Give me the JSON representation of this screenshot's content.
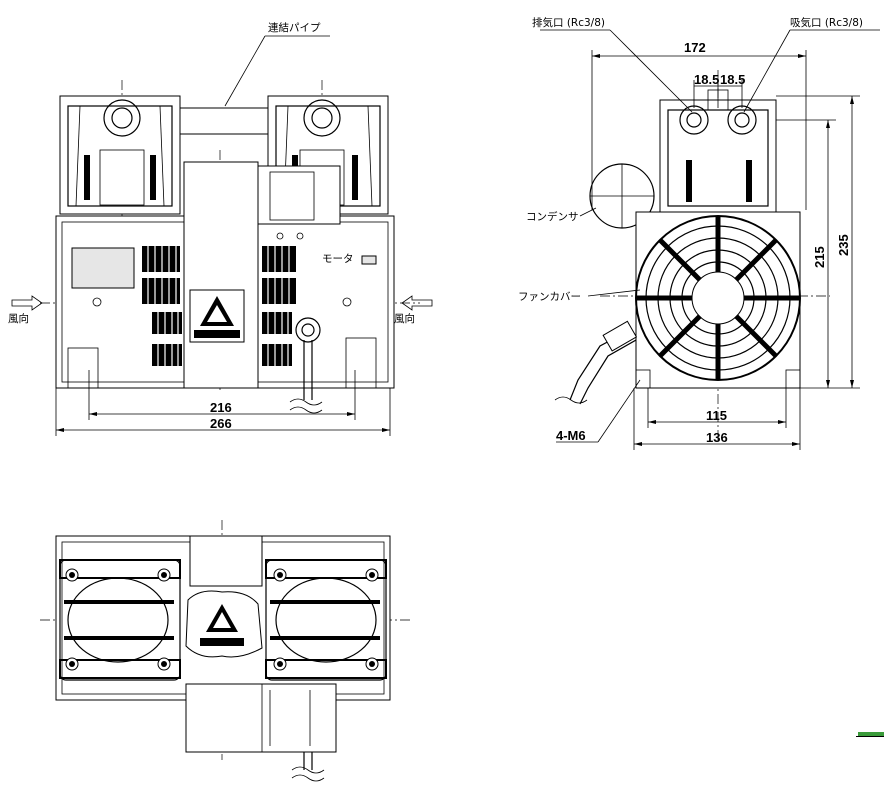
{
  "labels": {
    "connecting_pipe": "連結パイプ",
    "motor": "モータ",
    "wind_direction_left": "風向",
    "wind_direction_right": "風向",
    "exhaust_port": "排気口 (Rc3/8)",
    "intake_port": "吸気口 (Rc3/8)",
    "condenser": "コンデンサ",
    "fan_cover": "ファンカバー",
    "mount_holes": "4-M6"
  },
  "dimensions": {
    "front_inner_width": "216",
    "front_total_width": "266",
    "side_top_width": "172",
    "port_pitch_left": "18.5",
    "port_pitch_right": "18.5",
    "side_inner_height": "215",
    "side_total_height": "235",
    "side_foot_inner": "115",
    "side_foot_total": "136"
  },
  "colors": {
    "line": "#000000",
    "background": "#ffffff",
    "accent": "#3a9b3a"
  }
}
